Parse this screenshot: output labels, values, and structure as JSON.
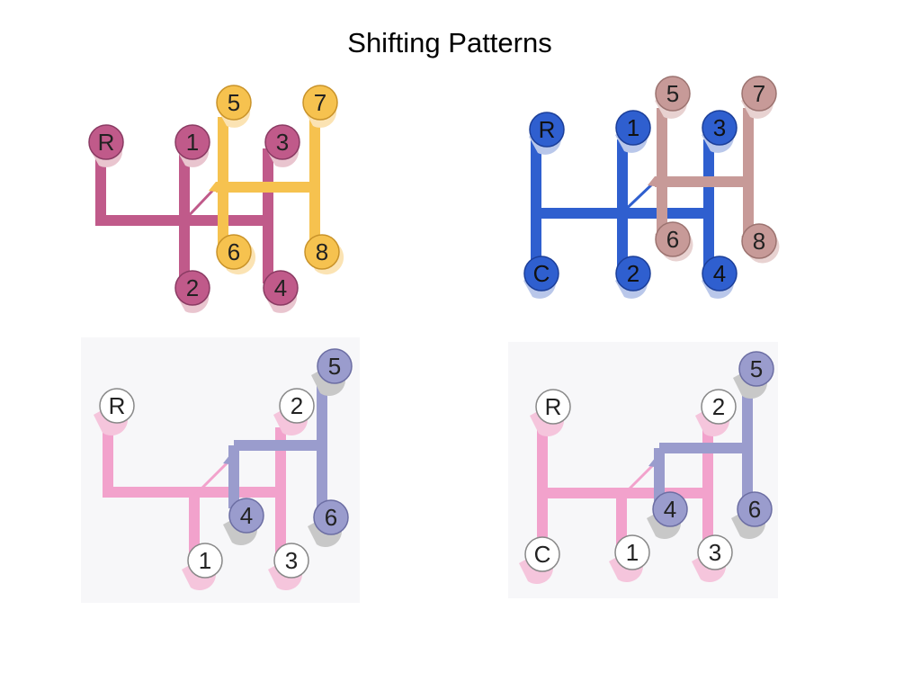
{
  "title": "Shifting Patterns",
  "colors": {
    "magenta": "#c05a8a",
    "yellow": "#f6c24f",
    "blue": "#2f5fcf",
    "dusty_rose": "#c79a98",
    "pink": "#f2a2cc",
    "lavender": "#9a9ccd",
    "white_knob": "#ffffff"
  },
  "diagrams": [
    {
      "name": "pattern-1",
      "knobs": [
        {
          "label": "R",
          "color": "#c05a8a",
          "text_color": "#222"
        },
        {
          "label": "1",
          "color": "#c05a8a",
          "text_color": "#222"
        },
        {
          "label": "3",
          "color": "#c05a8a",
          "text_color": "#222"
        },
        {
          "label": "5",
          "color": "#f6c24f",
          "text_color": "#222"
        },
        {
          "label": "7",
          "color": "#f6c24f",
          "text_color": "#222"
        },
        {
          "label": "6",
          "color": "#f6c24f",
          "text_color": "#222"
        },
        {
          "label": "8",
          "color": "#f6c24f",
          "text_color": "#222"
        },
        {
          "label": "2",
          "color": "#c05a8a",
          "text_color": "#222"
        },
        {
          "label": "4",
          "color": "#c05a8a",
          "text_color": "#222"
        }
      ]
    },
    {
      "name": "pattern-2",
      "knobs": [
        {
          "label": "R",
          "color": "#2f5fcf",
          "text_color": "#111"
        },
        {
          "label": "1",
          "color": "#2f5fcf",
          "text_color": "#111"
        },
        {
          "label": "3",
          "color": "#2f5fcf",
          "text_color": "#111"
        },
        {
          "label": "5",
          "color": "#c79a98",
          "text_color": "#222"
        },
        {
          "label": "7",
          "color": "#c79a98",
          "text_color": "#222"
        },
        {
          "label": "6",
          "color": "#c79a98",
          "text_color": "#222"
        },
        {
          "label": "8",
          "color": "#c79a98",
          "text_color": "#222"
        },
        {
          "label": "C",
          "color": "#2f5fcf",
          "text_color": "#111"
        },
        {
          "label": "2",
          "color": "#2f5fcf",
          "text_color": "#111"
        },
        {
          "label": "4",
          "color": "#2f5fcf",
          "text_color": "#111"
        }
      ]
    },
    {
      "name": "pattern-3",
      "knobs": [
        {
          "label": "R",
          "color": "#ffffff",
          "text_color": "#222"
        },
        {
          "label": "2",
          "color": "#ffffff",
          "text_color": "#222"
        },
        {
          "label": "5",
          "color": "#9a9ccd",
          "text_color": "#222"
        },
        {
          "label": "4",
          "color": "#9a9ccd",
          "text_color": "#222"
        },
        {
          "label": "6",
          "color": "#9a9ccd",
          "text_color": "#222"
        },
        {
          "label": "1",
          "color": "#ffffff",
          "text_color": "#222"
        },
        {
          "label": "3",
          "color": "#ffffff",
          "text_color": "#222"
        }
      ]
    },
    {
      "name": "pattern-4",
      "knobs": [
        {
          "label": "R",
          "color": "#ffffff",
          "text_color": "#222"
        },
        {
          "label": "2",
          "color": "#ffffff",
          "text_color": "#222"
        },
        {
          "label": "5",
          "color": "#9a9ccd",
          "text_color": "#222"
        },
        {
          "label": "4",
          "color": "#9a9ccd",
          "text_color": "#222"
        },
        {
          "label": "6",
          "color": "#9a9ccd",
          "text_color": "#222"
        },
        {
          "label": "C",
          "color": "#ffffff",
          "text_color": "#222"
        },
        {
          "label": "1",
          "color": "#ffffff",
          "text_color": "#222"
        },
        {
          "label": "3",
          "color": "#ffffff",
          "text_color": "#222"
        }
      ]
    }
  ]
}
